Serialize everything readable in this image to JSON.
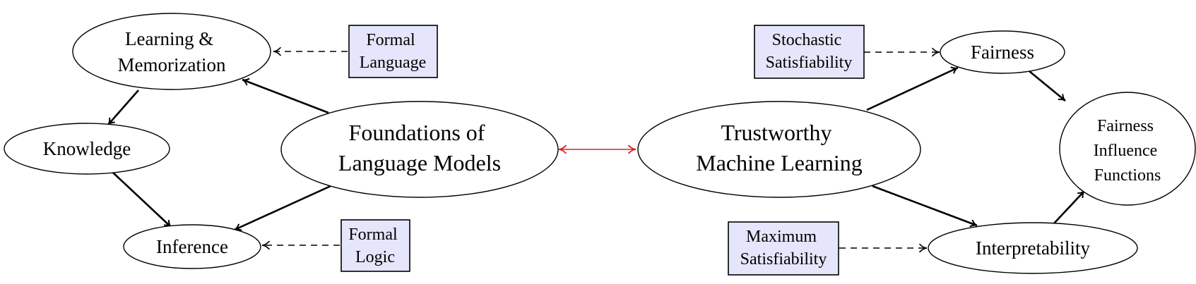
{
  "nodes": {
    "learning": {
      "lines": [
        "Learning &",
        "Memorization"
      ]
    },
    "knowledge": {
      "lines": [
        "Knowledge"
      ]
    },
    "inference": {
      "lines": [
        "Inference"
      ]
    },
    "foundations": {
      "lines": [
        "Foundations of",
        "Language Models"
      ]
    },
    "formal_language": {
      "lines": [
        "Formal",
        "Language"
      ]
    },
    "formal_logic": {
      "lines": [
        "Formal",
        "Logic"
      ]
    },
    "trustworthy": {
      "lines": [
        "Trustworthy",
        "Machine Learning"
      ]
    },
    "stochastic": {
      "lines": [
        "Stochastic",
        "Satisfiability"
      ]
    },
    "maximum": {
      "lines": [
        "Maximum",
        "Satisfiability"
      ]
    },
    "fairness": {
      "lines": [
        "Fairness"
      ]
    },
    "interpretability": {
      "lines": [
        "Interpretability"
      ]
    },
    "fif": {
      "lines": [
        "Fairness",
        "Influence",
        "Functions"
      ]
    }
  },
  "colors": {
    "box_fill": "#e5e5fb",
    "link_red": "#e02020",
    "stroke": "#000000"
  }
}
